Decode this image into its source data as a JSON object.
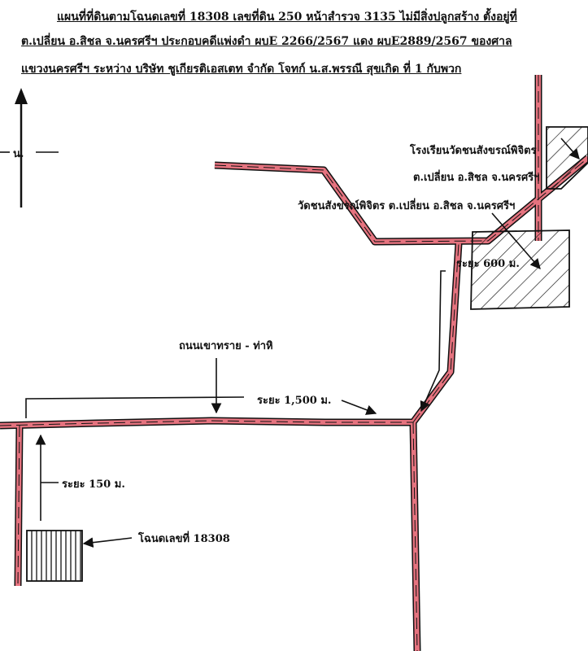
{
  "title": {
    "line1": "แผนที่ที่ดินตามโฉนดเลขที่ 18308 เลขที่ดิน 250 หน้าสำรวจ 3135 ไม่มีสิ่งปลูกสร้าง ตั้งอยู่ที่",
    "line2": "ต.เปลี่ยน อ.สิชล จ.นครศรีฯ ประกอบคดีแพ่งดำ ผบE 2266/2567 แดง ผบE2889/2567 ของศาล",
    "line3": "แขวงนครศรีฯ ระหว่าง บริษัท ชูเกียรติเอสเตท จำกัด โจทก์ น.ส.พรรณี สุขเกิด ที่ 1 กับพวก"
  },
  "north_label": "น.",
  "labels": {
    "school": "โรงเรียนวัดชนสังขรณ์พิจิตร",
    "school_loc": "ต.เปลี่ยน อ.สิชล จ.นครศรีฯ",
    "temple": "วัดชนสังขรณ์พิจิตร ต.เปลี่ยน อ.สิชล จ.นครศรีฯ",
    "dist_600": "ระยะ 600 ม.",
    "road": "ถนนเขาทราย - ท่าหิ",
    "dist_1500": "ระยะ 1,500 ม.",
    "dist_150": "ระยะ 150  ม.",
    "deed": "โฉนดเลขที่ 18308"
  },
  "colors": {
    "road_fill": "#e5737f",
    "ink": "#111111",
    "paper": "#ffffff"
  }
}
